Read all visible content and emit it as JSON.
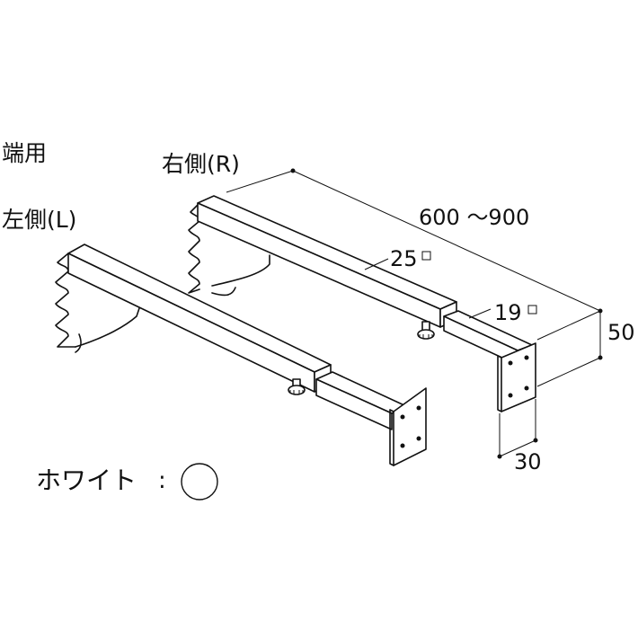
{
  "labels": {
    "usage": "端用",
    "right_side": "右側(R)",
    "left_side": "左側(L)",
    "length_range": "600 ～900",
    "outer_size": "25",
    "inner_size": "19",
    "height": "50",
    "width": "30",
    "color_name": "ホワイト",
    "color_sep": ":"
  },
  "colors": {
    "line": "#111111",
    "background": "#ffffff",
    "swatch_white": "#ffffff"
  }
}
